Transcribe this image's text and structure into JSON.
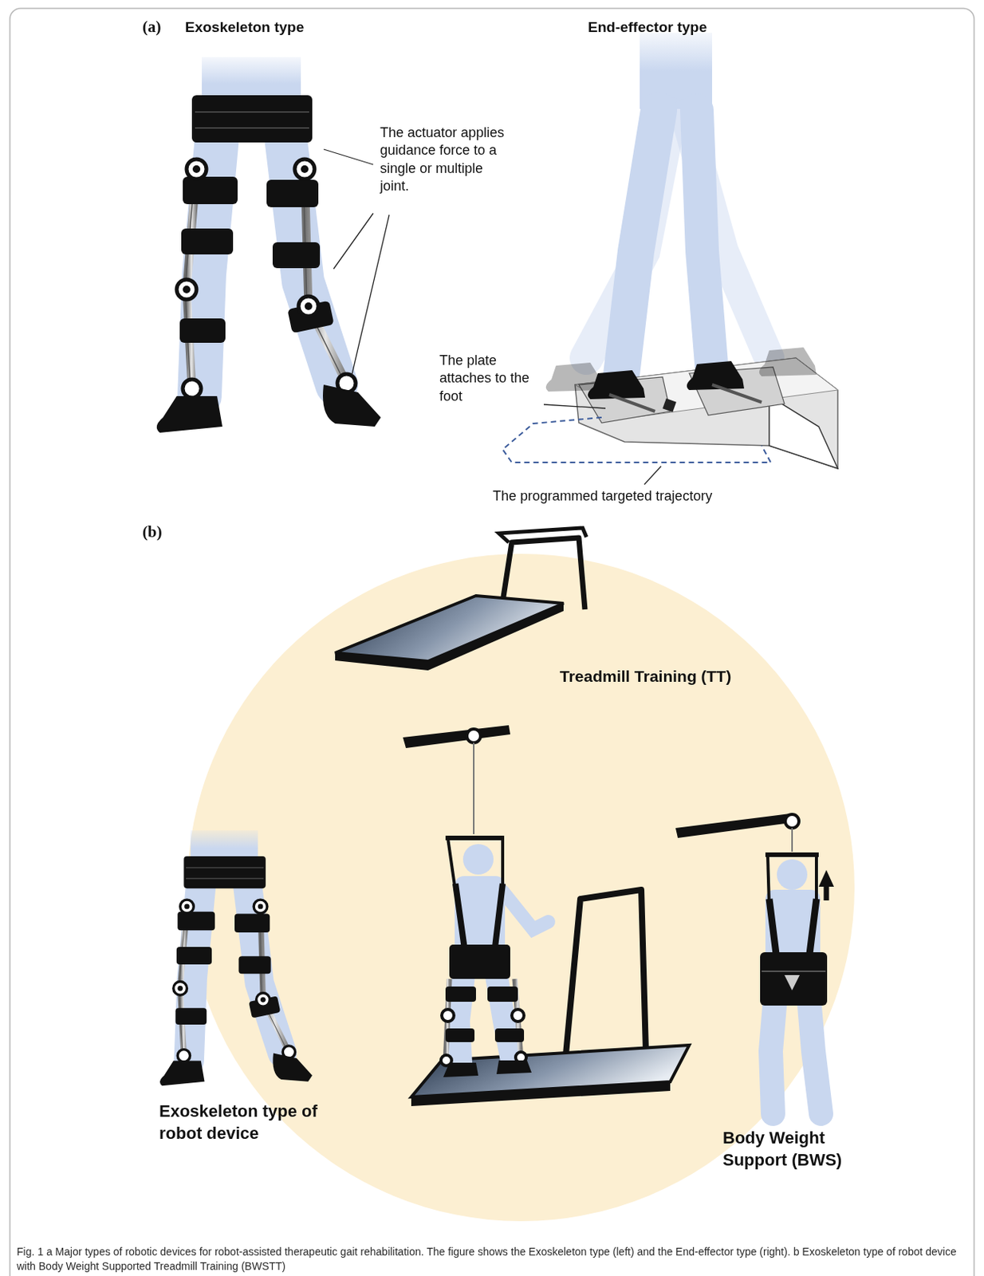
{
  "diagram": {
    "caption": "Fig. 1 a Major types of robotic devices for robot-assisted therapeutic gait rehabilitation. The figure shows the Exoskeleton type (left) and the End-effector type (right). b Exoskeleton type of robot device with Body Weight Supported Treadmill Training (BWSTT)",
    "labels": [
      "(a)",
      "Exoskeleton type",
      "End-effector type",
      "The actuator applies guidance force to a single or multiple joint.",
      "The plate attaches to the foot",
      "The programmed targeted trajectory",
      "(b)",
      "Treadmill Training (TT)",
      "Exoskeleton type of robot device",
      "Body Weight Support (BWS)"
    ]
  }
}
